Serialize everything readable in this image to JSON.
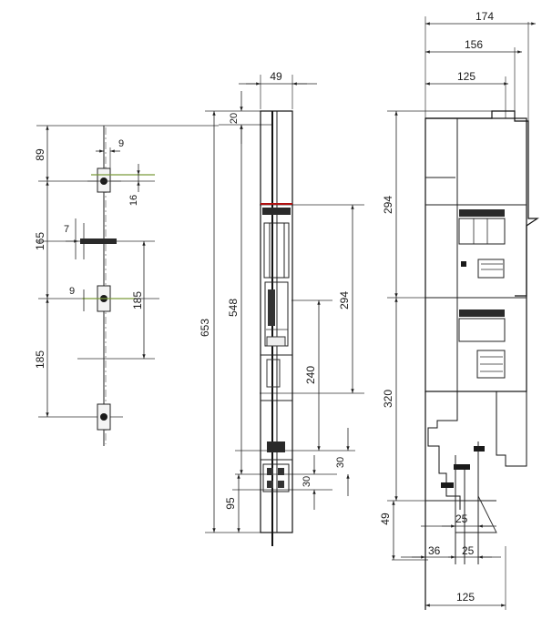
{
  "dimensions": {
    "left": {
      "d89": "89",
      "d9_top": "9",
      "d16": "16",
      "d165": "165",
      "d7": "7",
      "d9_mid": "9",
      "d185_inner": "185",
      "d185_outer": "185"
    },
    "middle": {
      "d49": "49",
      "d20": "20",
      "d653": "653",
      "d548": "548",
      "d294": "294",
      "d240": "240",
      "d95": "95",
      "d30_a": "30",
      "d30_b": "30"
    },
    "right": {
      "d174": "174",
      "d156": "156",
      "d125_top": "125",
      "d294": "294",
      "d320": "320",
      "d49": "49",
      "d25_a": "25",
      "d36": "36",
      "d25_b": "25",
      "d125_bottom": "125"
    }
  }
}
